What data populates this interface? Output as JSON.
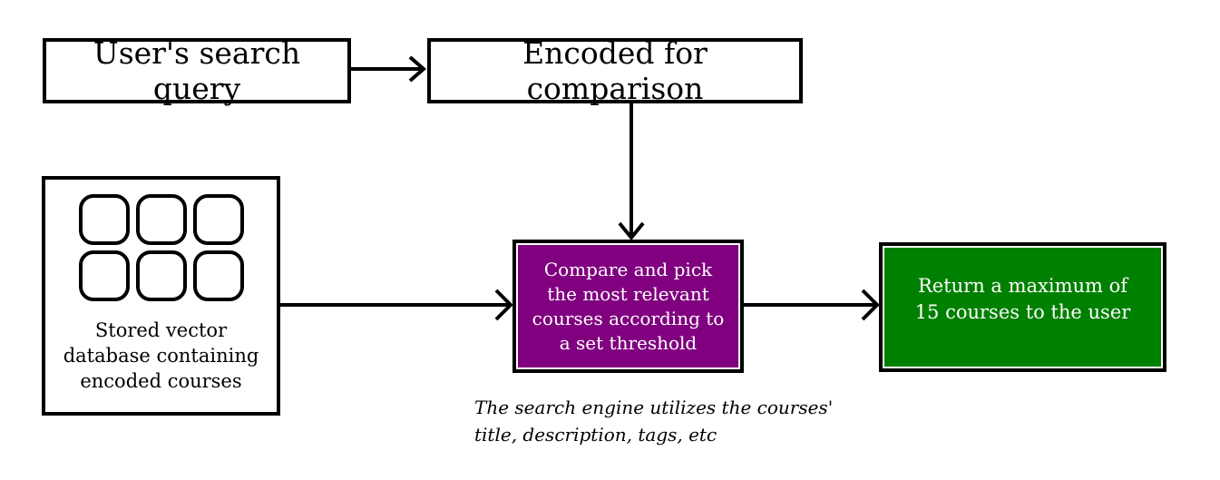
{
  "nodes": {
    "query": "User's search query",
    "encoded": "Encoded for comparison",
    "database": "Stored vector database containing encoded courses",
    "compare": "Compare and pick the most relevant courses according to a set threshold",
    "result": "Return a maximum of 15 courses to the user"
  },
  "note": "The search engine utilizes the courses' title, description, tags, etc",
  "colors": {
    "compare_fill": "#800080",
    "result_fill": "#008000",
    "stroke": "#000000",
    "text_on_fill": "#ffffff"
  },
  "icons": {
    "database": "vector-grid-icon"
  }
}
